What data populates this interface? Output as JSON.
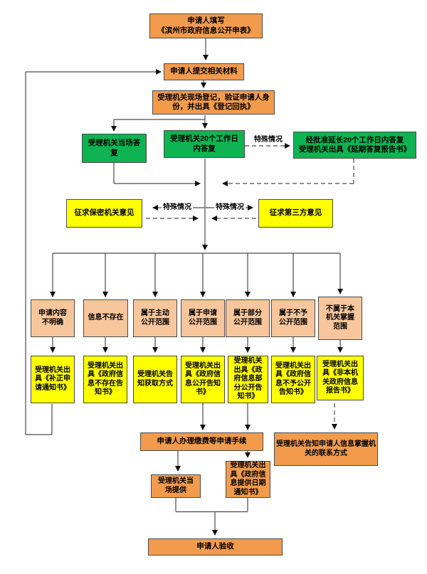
{
  "flow": {
    "fill_form": "申请人填写\n《滨州市政府信息公开申表》",
    "submit_materials": "申请人提交相关材料",
    "register": "受理机关现场登记，验证申请人身\n份，并出具《登记回执》",
    "onsite_reply": "受理机关当场答\n复",
    "reply_20days": "受理机关20个工作日\n内答复",
    "extended_reply": "经批准延长20个工作日内答复\n受理机关出具《延期答复报告书》",
    "ask_secrecy": "征求保密机关意见",
    "ask_third_party": "征求第三方意见",
    "special_case": "特殊情况",
    "branches": [
      {
        "cond": "申请内容\n不明确",
        "action": "受理机关出\n具《补正申\n请通知书》"
      },
      {
        "cond": "信息不存在",
        "action": "受理机关出\n具《政府信\n息不存在告\n知书》"
      },
      {
        "cond": "属于主动\n公开范围",
        "action": "受理机关告\n知获取方式"
      },
      {
        "cond": "属于申请\n公开范围",
        "action": "受理机关出\n具《政府信\n息公开告知\n书》"
      },
      {
        "cond": "属于部分\n公开范围",
        "action": "受理机关\n出具《政\n府信息部\n分公开告\n知书》"
      },
      {
        "cond": "属于不予\n公开范围",
        "action": "受理机关出\n具《政府信\n息不予公开\n告知书》"
      },
      {
        "cond": "不属于本\n机关掌握\n范围",
        "action": "受理机关出\n具《非本机\n关政府信息\n报告书》"
      }
    ],
    "pay_procedure": "申请人办理缴费等申请手续",
    "contact_info": "受理机关告知申请人信息掌握机\n关的联系方式",
    "onsite_provide": "受理机关当\n场提供",
    "date_notice": "受理机关出\n具《政府信\n息提供日期\n通知书》",
    "acceptance": "申请人验收"
  },
  "colors": {
    "orange": "#F29B4D",
    "peach": "#F8C69C",
    "yellow": "#FFFF00",
    "green": "#0EB352"
  }
}
